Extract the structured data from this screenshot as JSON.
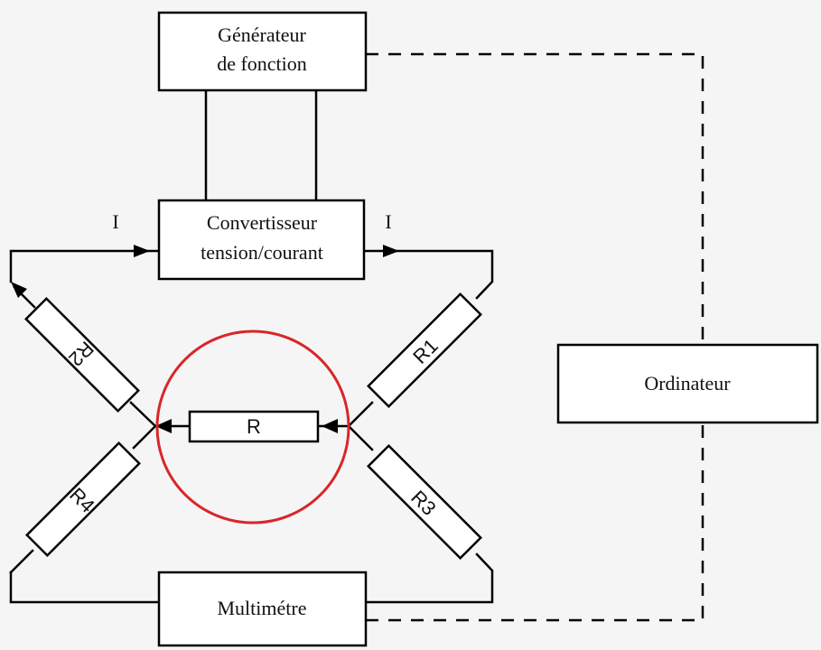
{
  "blocks": {
    "generator_line1": "Générateur",
    "generator_line2": "de fonction",
    "converter_line1": "Convertisseur",
    "converter_line2": "tension/courant",
    "computer": "Ordinateur",
    "multimeter": "Multimétre"
  },
  "resistors": {
    "r1": "R1",
    "r2": "R2",
    "r3": "R3",
    "r4": "R4",
    "r": "R"
  },
  "currents": {
    "left": "I",
    "right": "I"
  },
  "colors": {
    "highlight_circle": "#d9262a",
    "line": "#000000",
    "background": "#f5f5f5"
  }
}
